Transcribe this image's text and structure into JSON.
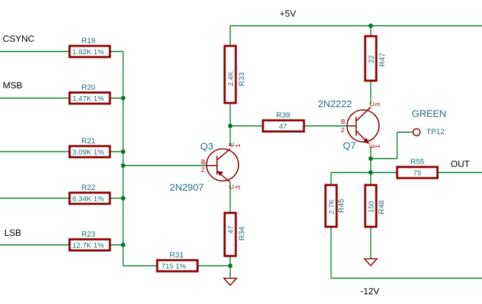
{
  "rails": {
    "vcc": "+5V",
    "vee": "-12V"
  },
  "inputs": {
    "csync": "CSYNC",
    "msb": "MSB",
    "lsb": "LSB"
  },
  "output": {
    "label": "OUT"
  },
  "test_point": {
    "name": "GREEN",
    "ref": "TP12"
  },
  "resistors": {
    "R19": {
      "ref": "R19",
      "value": "1.82K 1%"
    },
    "R20": {
      "ref": "R20",
      "value": "1.47K 1%"
    },
    "R21": {
      "ref": "R21",
      "value": "3.09K 1%"
    },
    "R22": {
      "ref": "R22",
      "value": "6.34K 1%"
    },
    "R23": {
      "ref": "R23",
      "value": "12.7K 1%"
    },
    "R31": {
      "ref": "R31",
      "value": "715 1%"
    },
    "R33": {
      "ref": "R33",
      "value": "2.4K"
    },
    "R34": {
      "ref": "R34",
      "value": "47"
    },
    "R39": {
      "ref": "R39",
      "value": "47"
    },
    "R47": {
      "ref": "R47",
      "value": "22"
    },
    "R55": {
      "ref": "R55",
      "value": "75"
    },
    "R45": {
      "ref": "R45",
      "value": "2.7K"
    },
    "R48": {
      "ref": "R48",
      "value": "150"
    }
  },
  "transistors": {
    "Q3": {
      "ref": "Q3",
      "part": "2N2907"
    },
    "Q7": {
      "ref": "Q7",
      "part": "2N2222"
    }
  },
  "pin_labels": {
    "b": "B",
    "c": "C",
    "e": "E",
    "p1": "1",
    "p2": "2",
    "p3": "3"
  }
}
